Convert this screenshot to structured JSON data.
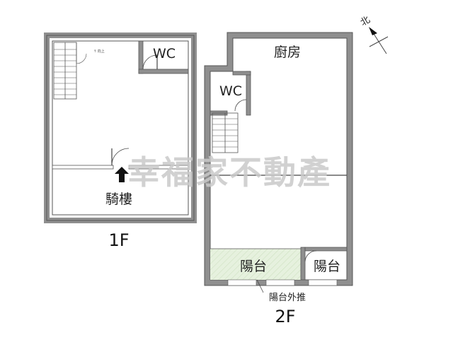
{
  "compass": {
    "label": "北"
  },
  "floor1": {
    "label": "1F",
    "wc": "WC",
    "arcade": "騎樓",
    "stair_note": "↑ 向上"
  },
  "floor2": {
    "label": "2F",
    "kitchen": "廚房",
    "wc": "WC",
    "balcony_left": "陽台",
    "balcony_right": "陽台",
    "balcony_note": "陽台外推"
  },
  "watermark": "幸福家不動產",
  "colors": {
    "wall": "#8f8f8f",
    "wall_stroke": "#555555",
    "balcony_fill": "#e6f1de",
    "watermark": "#c9c9c9"
  }
}
